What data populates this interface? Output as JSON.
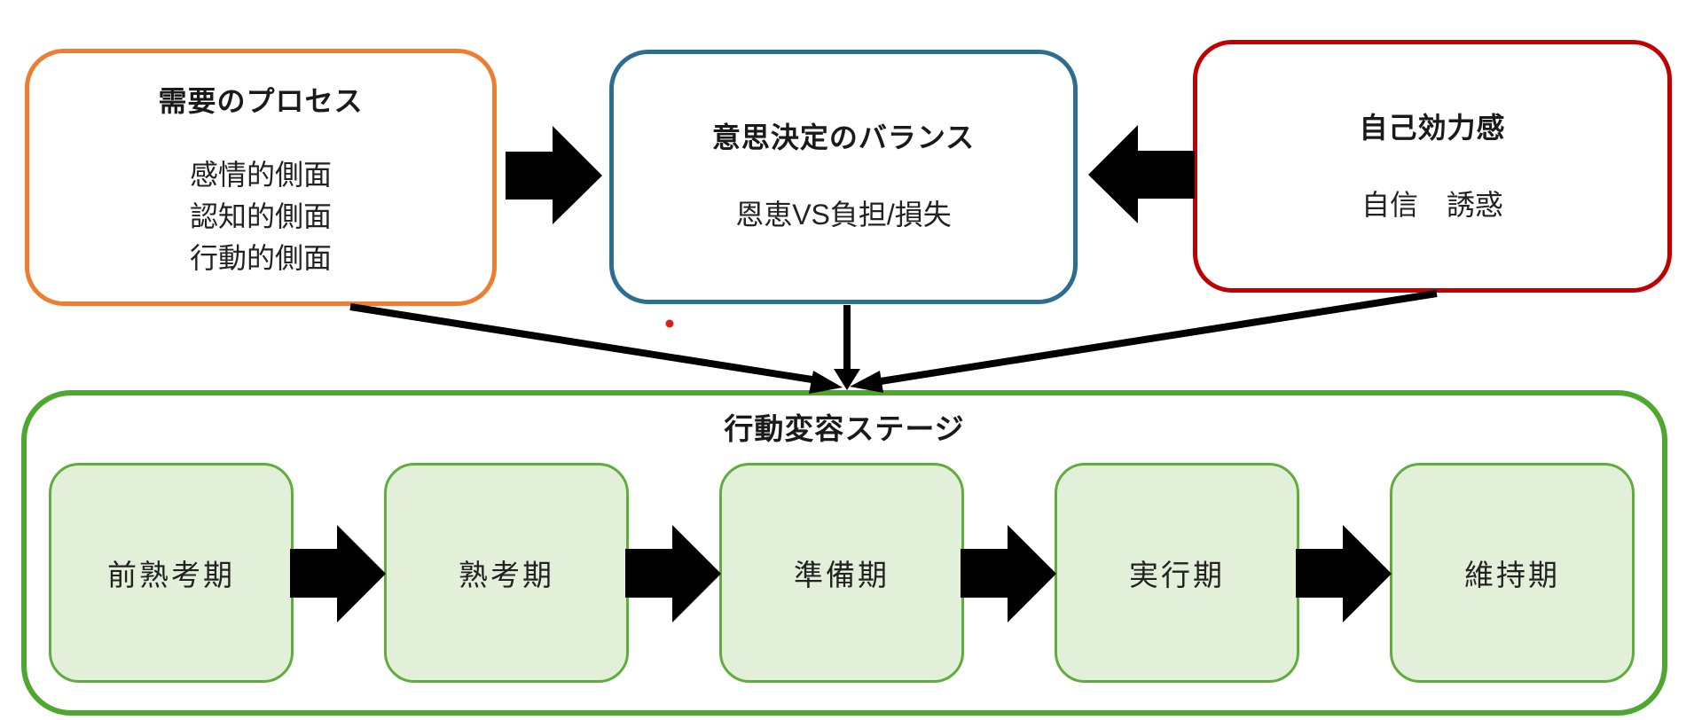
{
  "diagram": {
    "top_boxes": {
      "need_process": {
        "title": "需要のプロセス",
        "lines": [
          "感情的側面",
          "認知的側面",
          "行動的側面"
        ],
        "border_color": "#ED7D31"
      },
      "decision_balance": {
        "title": "意思決定のバランス",
        "body": "恩恵VS負担/損失",
        "border_color": "#2B6E8F"
      },
      "self_efficacy": {
        "title": "自己効力感",
        "body": "自信　誘惑",
        "border_color": "#C00000"
      }
    },
    "stage_container": {
      "title": "行動変容ステージ",
      "border_color": "#4EA72E"
    },
    "stages": [
      {
        "label": "前熟考期"
      },
      {
        "label": "熟考期"
      },
      {
        "label": "準備期"
      },
      {
        "label": "実行期"
      },
      {
        "label": "維持期"
      }
    ],
    "stage_box_fill": "#E2F0DA",
    "stage_box_border": "#5FAD3C",
    "arrow_color": "#000000",
    "dot_color": "#DC1E14"
  }
}
